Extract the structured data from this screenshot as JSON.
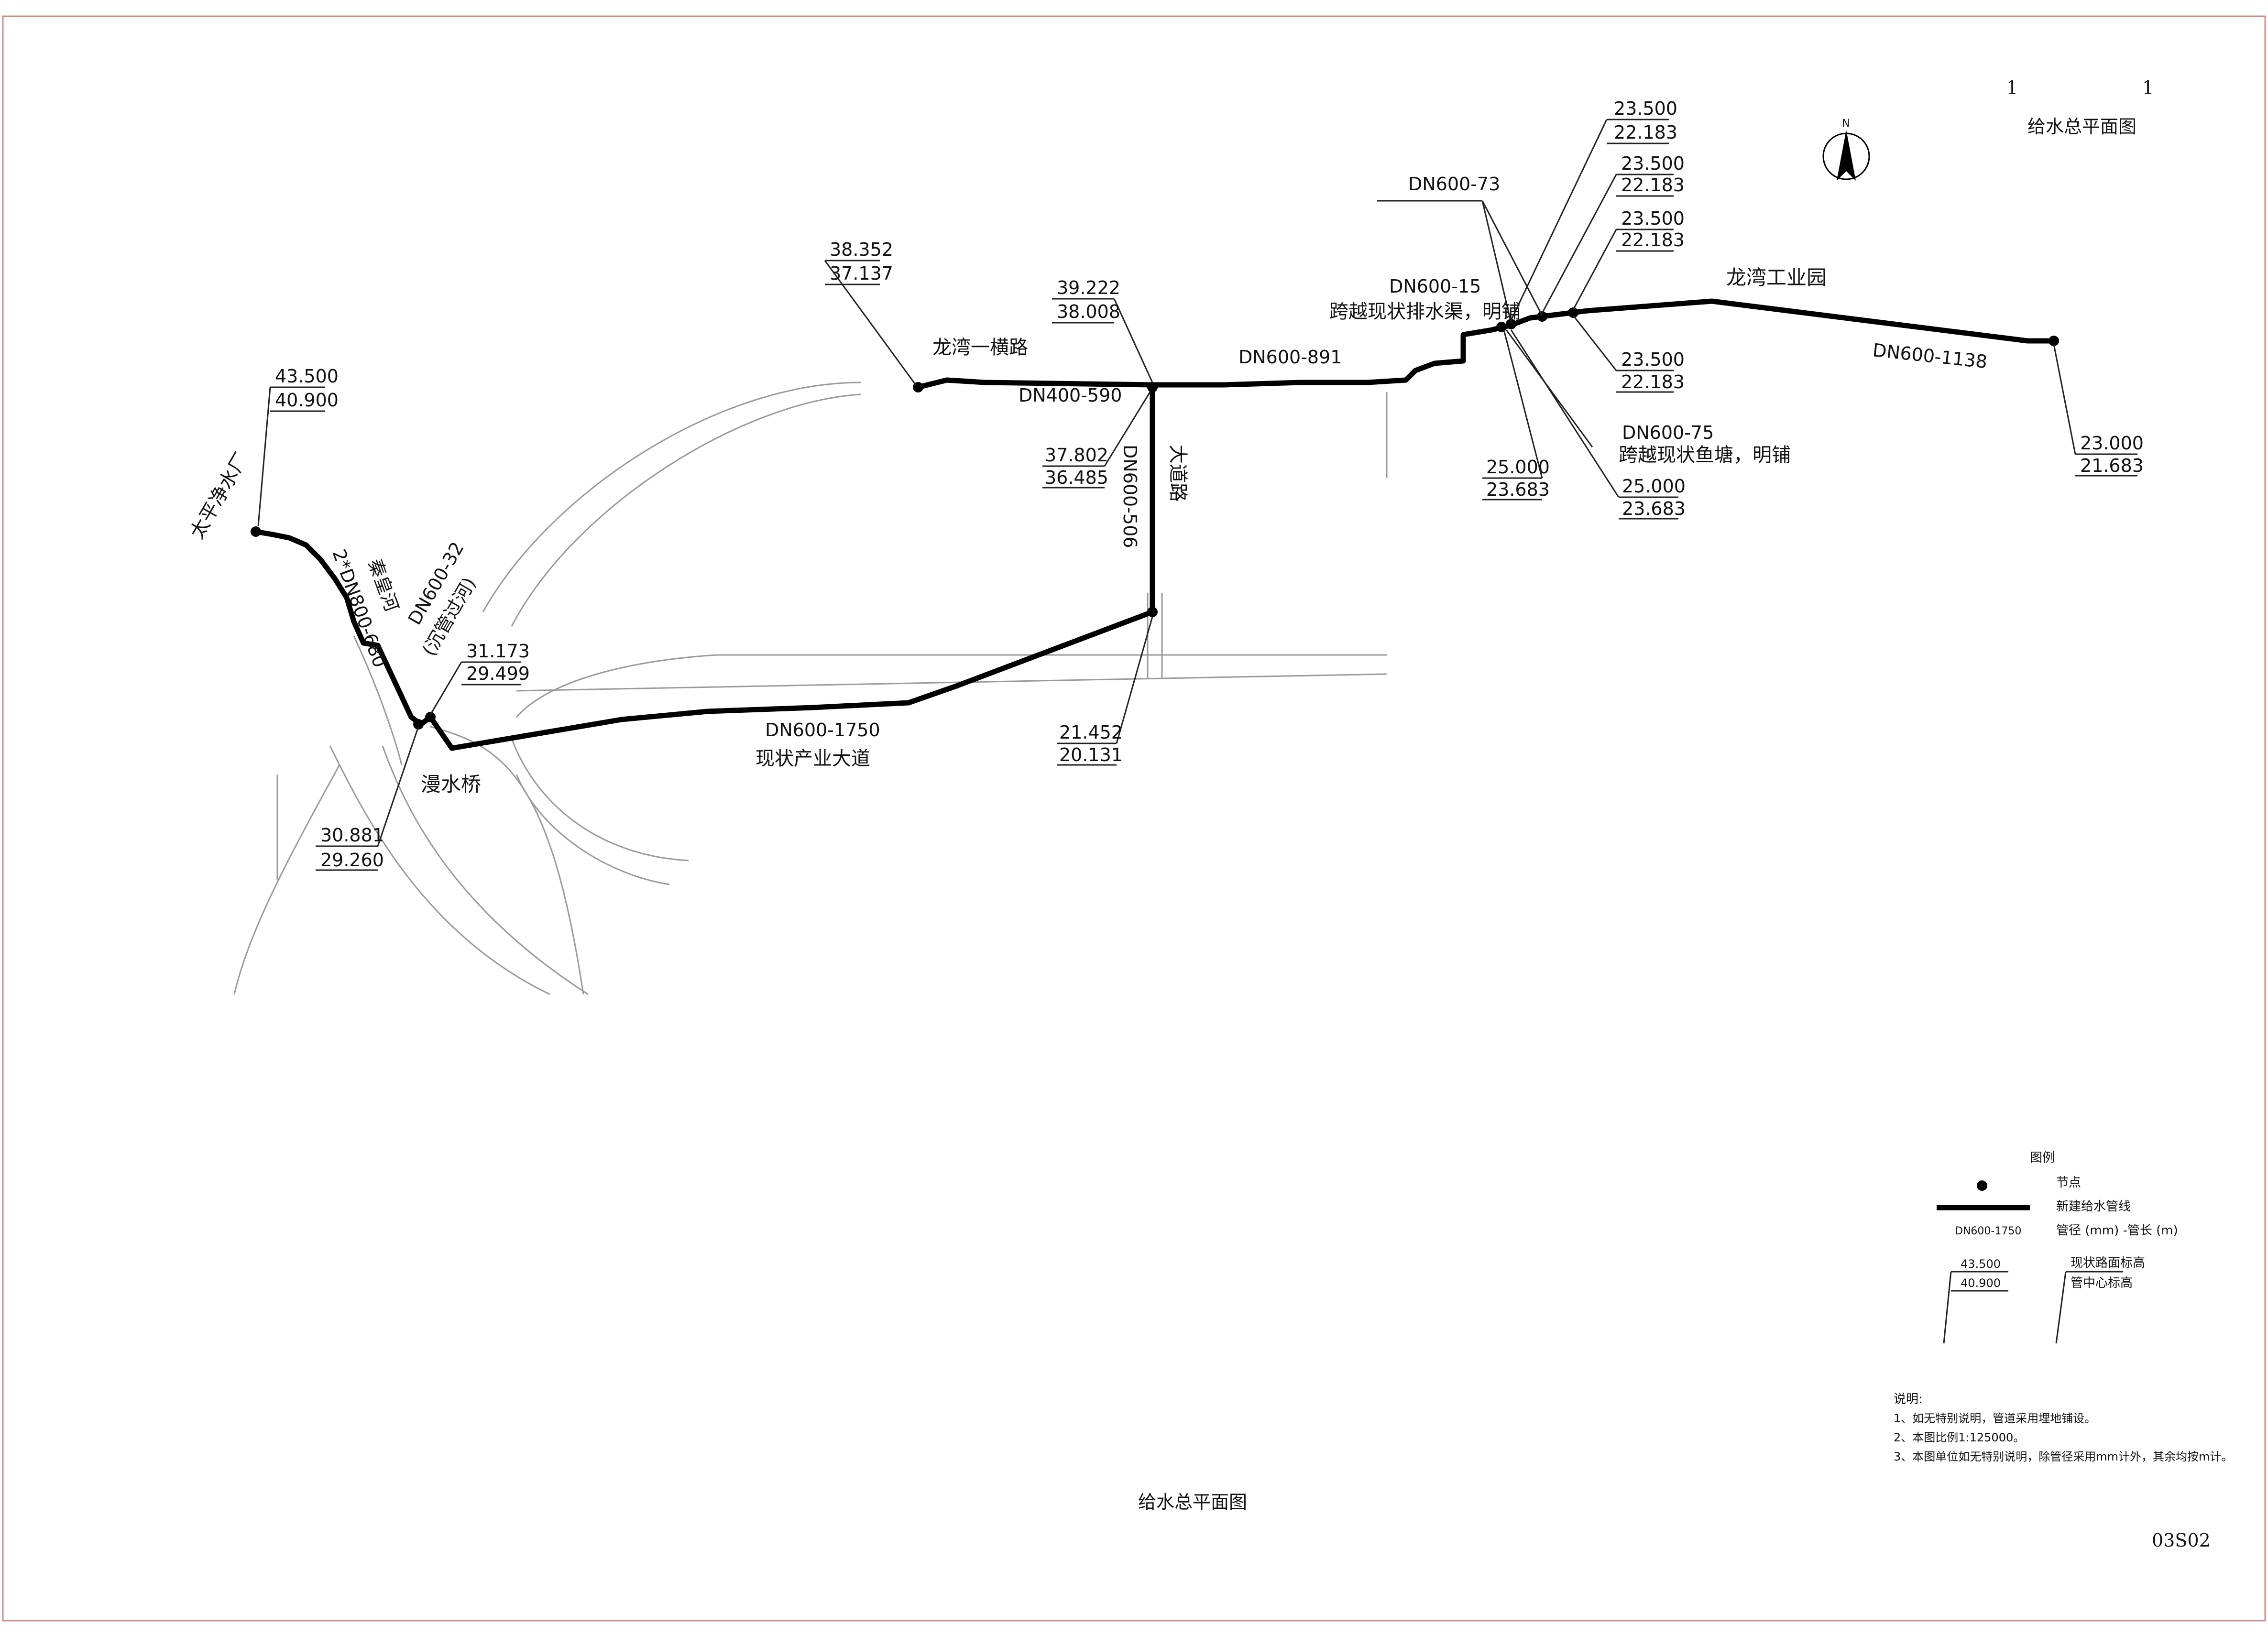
{
  "sheet": {
    "title_top": "给水总平面图",
    "page_left": "1",
    "page_right": "1",
    "title_bottom": "给水总平面图",
    "drawing_no": "03S02",
    "north_label": "N"
  },
  "places": {
    "plant": "太平净水厂",
    "river": "秦皇河",
    "bridge": "漫水桥",
    "road1": "龙湾一横路",
    "road2": "大道路",
    "industrial_road": "现状产业大道",
    "park": "龙湾工业园",
    "drain_cross": "跨越现状排水渠，明铺",
    "pond_cross": "跨越现状鱼塘，明铺",
    "sink": "(沉管过河)"
  },
  "pipes": {
    "p1": "2*DN800-680",
    "p2": "DN600-32",
    "p3": "DN600-1750",
    "p4": "DN600-506",
    "p5": "DN400-590",
    "p6": "DN600-891",
    "p7": "DN600-15",
    "p8": "DN600-73",
    "p9": "DN600-75",
    "p10": "DN600-1138"
  },
  "elevations": [
    {
      "road": "43.500",
      "pipe": "40.900"
    },
    {
      "road": "31.173",
      "pipe": "29.499"
    },
    {
      "road": "30.881",
      "pipe": "29.260"
    },
    {
      "road": "38.352",
      "pipe": "37.137"
    },
    {
      "road": "39.222",
      "pipe": "38.008"
    },
    {
      "road": "37.802",
      "pipe": "36.485"
    },
    {
      "road": "21.452",
      "pipe": "20.131"
    },
    {
      "road": "23.500",
      "pipe": "22.183"
    },
    {
      "road": "23.500",
      "pipe": "22.183"
    },
    {
      "road": "23.500",
      "pipe": "22.183"
    },
    {
      "road": "23.500",
      "pipe": "22.183"
    },
    {
      "road": "25.000",
      "pipe": "23.683"
    },
    {
      "road": "25.000",
      "pipe": "23.683"
    },
    {
      "road": "23.000",
      "pipe": "21.683"
    }
  ],
  "legend": {
    "title": "图例",
    "node": "节点",
    "new_pipe": "新建给水管线",
    "pipe_sample": "DN600-1750",
    "pipe_desc": "管径 (mm) -管长 (m)",
    "elev_road": "43.500",
    "elev_pipe": "40.900",
    "road_elev_desc": "现状路面标高",
    "pipe_elev_desc": "管中心标高"
  },
  "notes": {
    "title": "说明:",
    "n1": "1、如无特别说明，管道采用埋地铺设。",
    "n2": "2、本图比例1:125000。",
    "n3": "3、本图单位如无特别说明，除管径采用mm计外，其余均按m计。"
  }
}
